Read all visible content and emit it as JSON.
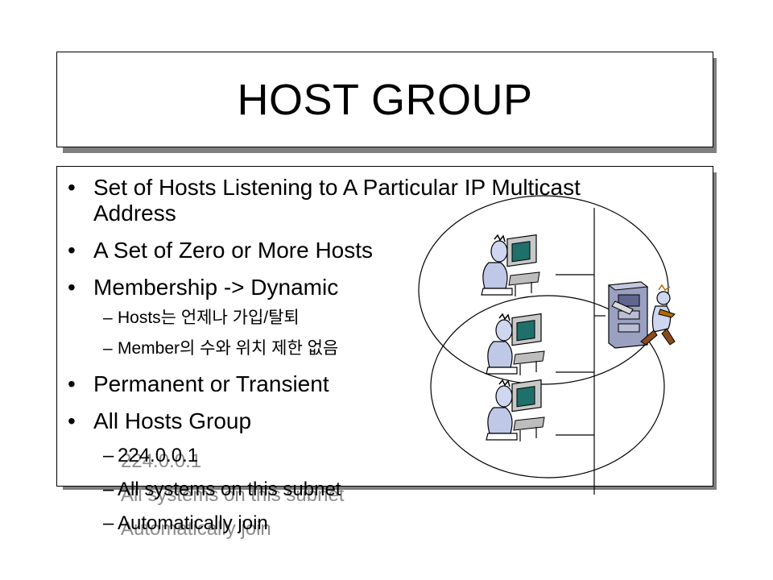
{
  "slide": {
    "title": "HOST GROUP",
    "bullets": [
      {
        "level": 1,
        "text": "Set of Hosts Listening to A Particular  IP Multicast  Address"
      },
      {
        "level": 1,
        "text": "A Set of Zero or More Hosts"
      },
      {
        "level": 1,
        "text": "Membership -> Dynamic"
      },
      {
        "level": 2,
        "text": "Hosts는 언제나 가입/탈퇴"
      },
      {
        "level": 2,
        "text": "Member의 수와 위치 제한 없음"
      },
      {
        "level": 1,
        "text": "Permanent or Transient"
      },
      {
        "level": 1,
        "text": "All Hosts Group"
      },
      {
        "level": 2,
        "text": "224.0.0.1",
        "overflow": true
      },
      {
        "level": 2,
        "text": "All systems on this subnet",
        "overflow": true
      },
      {
        "level": 2,
        "text": "Automatically join",
        "overflow": true
      }
    ],
    "dash": "–",
    "bullet_glyph": "•"
  },
  "diagram": {
    "icons": [
      "computer-user-icon",
      "computer-user-icon",
      "computer-user-icon",
      "router-technician-icon"
    ]
  }
}
